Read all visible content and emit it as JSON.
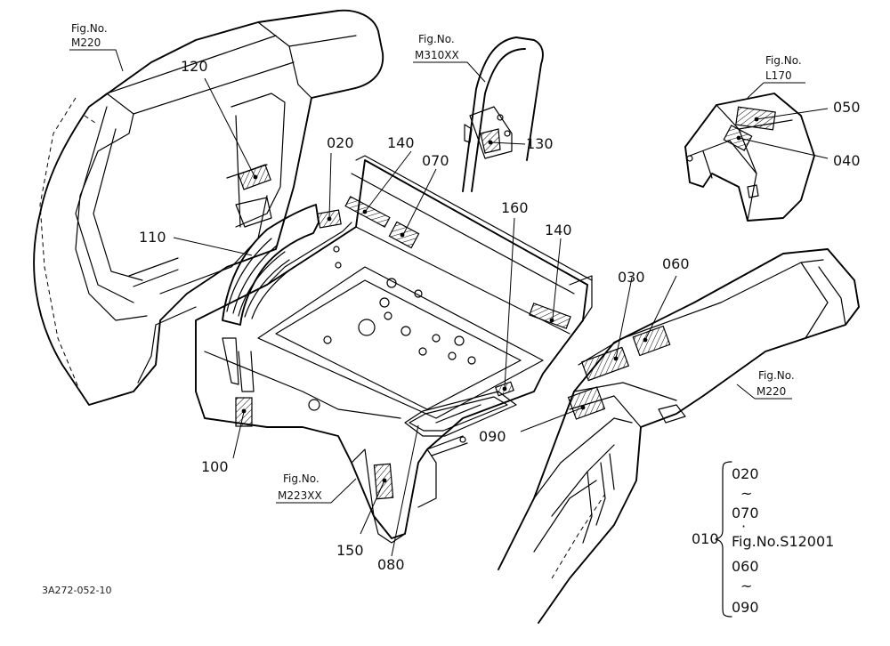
{
  "diagram": {
    "drawing_code": "3A272-052-10",
    "figure_refs": [
      {
        "prefix": "Fig.No.",
        "ref": "M220"
      },
      {
        "prefix": "Fig.No.",
        "ref": "M310XX"
      },
      {
        "prefix": "Fig.No.",
        "ref": "L170"
      },
      {
        "prefix": "Fig.No.",
        "ref": "M220"
      },
      {
        "prefix": "Fig.No.",
        "ref": "M223XX"
      }
    ],
    "part_labels": {
      "p020": "020",
      "p140a": "140",
      "p070": "070",
      "p120": "120",
      "p130": "130",
      "p050": "050",
      "p040": "040",
      "p110": "110",
      "p160": "160",
      "p140b": "140",
      "p030": "030",
      "p060": "060",
      "p090": "090",
      "p100": "100",
      "p150": "150",
      "p080": "080"
    },
    "legend": {
      "group_number": "010",
      "lines": [
        "020",
        "~",
        "070",
        "·",
        "Fig.No.S12001",
        "060",
        "~",
        "090"
      ]
    }
  }
}
